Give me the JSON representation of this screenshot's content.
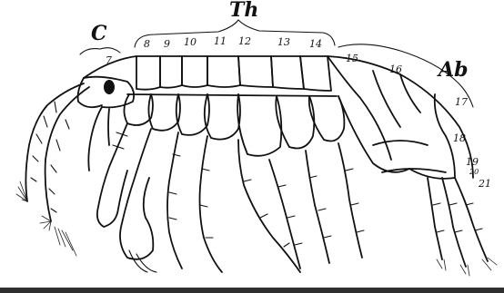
{
  "regions": {
    "cephalon": "C",
    "thorax": "Th",
    "abdomen": "Ab"
  },
  "segment_numbers": [
    "7",
    "8",
    "9",
    "10",
    "11",
    "12",
    "13",
    "14",
    "15",
    "16",
    "17",
    "18",
    "19",
    "20",
    "21"
  ]
}
